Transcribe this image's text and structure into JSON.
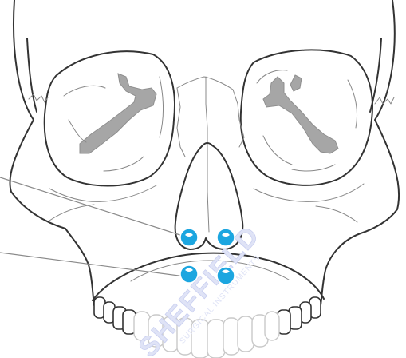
{
  "colors": {
    "marker": "#1ca6e0",
    "outline": "#333333",
    "fissure": "#a6a6a6",
    "watermark": "#d9def5"
  },
  "watermark": {
    "brand": "SHEFFIELD",
    "sub": "SURGICAL INSTRUMENTS"
  },
  "markers": [
    {
      "name": "upper-left"
    },
    {
      "name": "upper-right"
    },
    {
      "name": "lower-left"
    },
    {
      "name": "lower-right"
    }
  ],
  "leader_lines": 2
}
